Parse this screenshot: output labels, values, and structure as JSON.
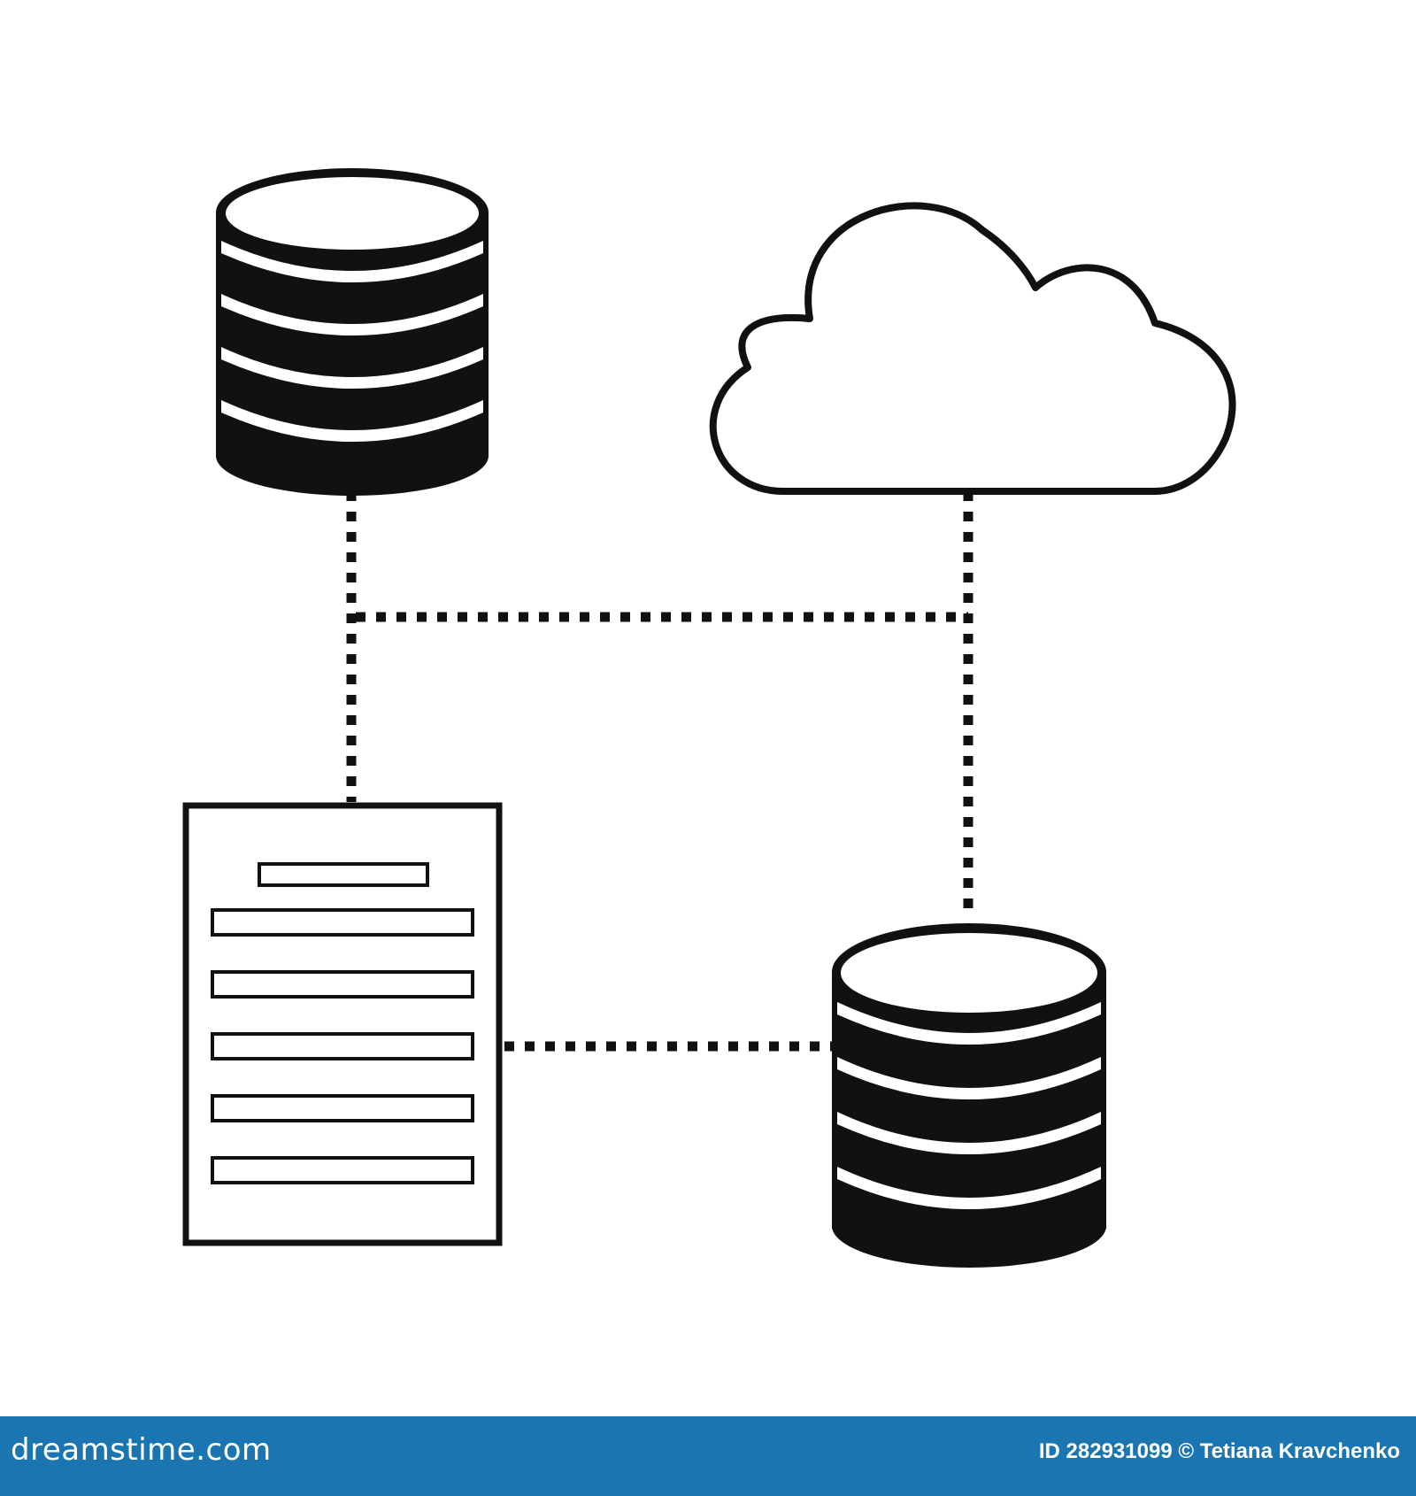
{
  "diagram": {
    "nodes": [
      {
        "id": "database-top-left",
        "type": "database"
      },
      {
        "id": "cloud",
        "type": "cloud"
      },
      {
        "id": "document",
        "type": "document"
      },
      {
        "id": "database-bottom-right",
        "type": "database"
      }
    ],
    "connections": [
      {
        "from": "database-top-left",
        "to": "document",
        "style": "dotted"
      },
      {
        "from": "cloud",
        "to": "database-bottom-right",
        "style": "dotted"
      },
      {
        "from": "database-top-left",
        "to": "cloud",
        "style": "dotted"
      },
      {
        "from": "document",
        "to": "database-bottom-right",
        "style": "dotted"
      }
    ],
    "stroke_color": "#111111"
  },
  "watermark": {
    "brand": "dreamstime.com",
    "credit": "ID 282931099 © Tetiana Kravchenko",
    "bar_color": "#1a75b0"
  }
}
